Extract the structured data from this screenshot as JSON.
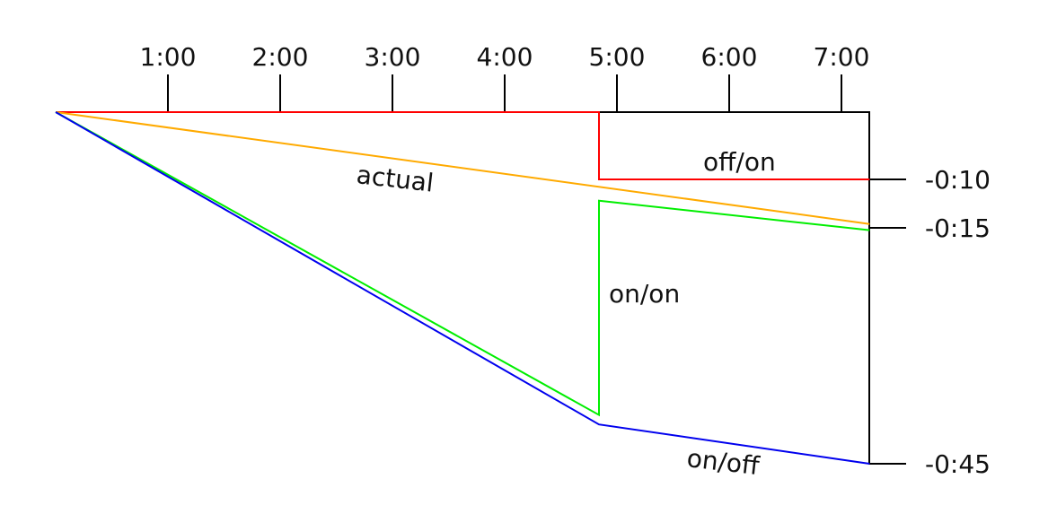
{
  "chart_data": {
    "type": "line",
    "title": "",
    "x_unit": "hours",
    "y_unit": "minutes",
    "x_ticks": [
      {
        "value": 1,
        "label": "1:00"
      },
      {
        "value": 2,
        "label": "2:00"
      },
      {
        "value": 3,
        "label": "3:00"
      },
      {
        "value": 4,
        "label": "4:00"
      },
      {
        "value": 5,
        "label": "5:00"
      },
      {
        "value": 6,
        "label": "6:00"
      },
      {
        "value": 7,
        "label": "7:00"
      }
    ],
    "y_ticks": [
      {
        "value": -10,
        "label": "-0:10"
      },
      {
        "value": -15,
        "label": "-0:15"
      },
      {
        "value": -45,
        "label": "-0:45"
      }
    ],
    "xlim": [
      0,
      7.25
    ],
    "series": [
      {
        "name": "off/on",
        "color": "#ff0000",
        "points": [
          [
            0,
            0
          ],
          [
            4.84,
            0
          ],
          [
            4.84,
            -10
          ],
          [
            7.25,
            -10
          ]
        ]
      },
      {
        "name": "actual",
        "color": "#ffaa00",
        "points": [
          [
            0,
            0
          ],
          [
            7.25,
            -14.6
          ]
        ]
      },
      {
        "name": "on/on",
        "color": "#00ee00",
        "points": [
          [
            0,
            0
          ],
          [
            4.84,
            -38.8
          ],
          [
            4.84,
            -12.2
          ],
          [
            7.25,
            -15.3
          ]
        ]
      },
      {
        "name": "on/off",
        "color": "#0000ee",
        "points": [
          [
            0,
            0
          ],
          [
            4.84,
            -40
          ],
          [
            7.25,
            -45
          ]
        ]
      }
    ]
  }
}
